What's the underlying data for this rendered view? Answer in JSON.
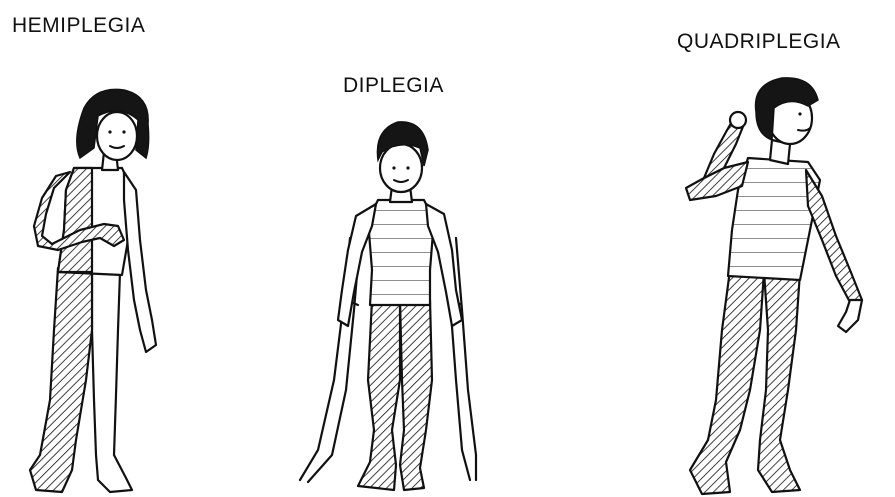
{
  "labels": {
    "hemiplegia": "HEMIPLEGIA",
    "diplegia": "DIPLEGIA",
    "quadriplegia": "QUADRIPLEGIA"
  },
  "colors": {
    "ink": "#111111",
    "background": "#ffffff"
  }
}
